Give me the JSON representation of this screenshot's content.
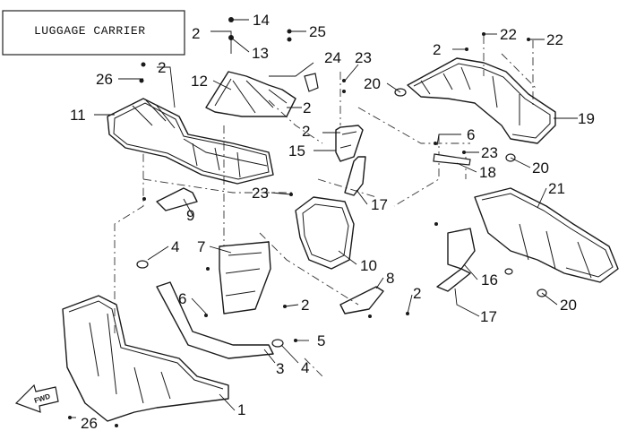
{
  "title": "LUGGAGE CARRIER",
  "direction_marker": "FWD",
  "callouts": [
    {
      "id": "c1",
      "label": "1"
    },
    {
      "id": "c2a",
      "label": "2"
    },
    {
      "id": "c2b",
      "label": "2"
    },
    {
      "id": "c2c",
      "label": "2"
    },
    {
      "id": "c2d",
      "label": "2"
    },
    {
      "id": "c2e",
      "label": "2"
    },
    {
      "id": "c2f",
      "label": "2"
    },
    {
      "id": "c2g",
      "label": "2"
    },
    {
      "id": "c3",
      "label": "3"
    },
    {
      "id": "c4a",
      "label": "4"
    },
    {
      "id": "c4b",
      "label": "4"
    },
    {
      "id": "c5",
      "label": "5"
    },
    {
      "id": "c6a",
      "label": "6"
    },
    {
      "id": "c6b",
      "label": "6"
    },
    {
      "id": "c7",
      "label": "7"
    },
    {
      "id": "c8",
      "label": "8"
    },
    {
      "id": "c9",
      "label": "9"
    },
    {
      "id": "c10",
      "label": "10"
    },
    {
      "id": "c11",
      "label": "11"
    },
    {
      "id": "c12",
      "label": "12"
    },
    {
      "id": "c13",
      "label": "13"
    },
    {
      "id": "c14",
      "label": "14"
    },
    {
      "id": "c15",
      "label": "15"
    },
    {
      "id": "c16",
      "label": "16"
    },
    {
      "id": "c17a",
      "label": "17"
    },
    {
      "id": "c17b",
      "label": "17"
    },
    {
      "id": "c18",
      "label": "18"
    },
    {
      "id": "c19",
      "label": "19"
    },
    {
      "id": "c20a",
      "label": "20"
    },
    {
      "id": "c20b",
      "label": "20"
    },
    {
      "id": "c20c",
      "label": "20"
    },
    {
      "id": "c21",
      "label": "21"
    },
    {
      "id": "c22a",
      "label": "22"
    },
    {
      "id": "c22b",
      "label": "22"
    },
    {
      "id": "c23a",
      "label": "23"
    },
    {
      "id": "c23b",
      "label": "23"
    },
    {
      "id": "c23c",
      "label": "23"
    },
    {
      "id": "c24",
      "label": "24"
    },
    {
      "id": "c25",
      "label": "25"
    },
    {
      "id": "c26a",
      "label": "26"
    },
    {
      "id": "c26b",
      "label": "26"
    }
  ],
  "colors": {
    "line": "#1a1a1a",
    "background": "#ffffff"
  }
}
